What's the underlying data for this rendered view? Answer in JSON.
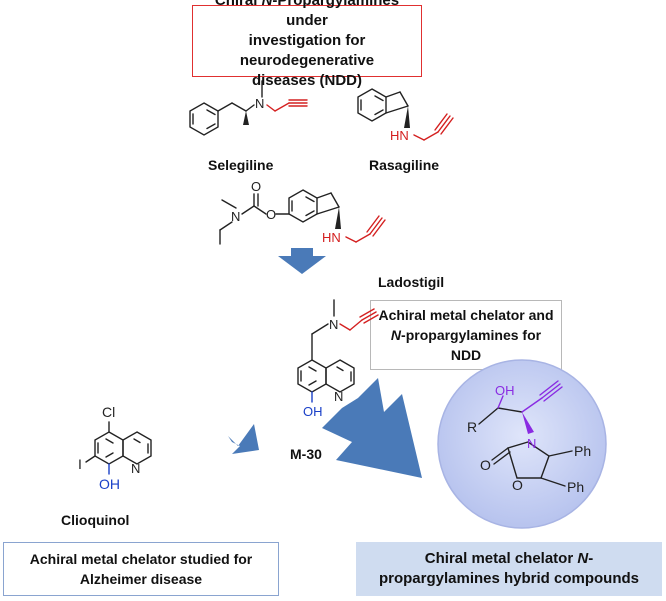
{
  "top_box": {
    "line1_pre": "Chiral ",
    "line1_italic": "N",
    "line1_post": "-Propargylamines under",
    "line2": "investigation for neurodegenerative",
    "line3": "diseases (NDD)"
  },
  "compounds": {
    "selegiline": "Selegiline",
    "rasagiline": "Rasagiline",
    "ladostigil": "Ladostigil",
    "m30": "M-30",
    "clioquinol": "Clioquinol"
  },
  "atoms": {
    "N": "N",
    "HN": "HN",
    "O": "O",
    "OH": "OH",
    "Cl": "Cl",
    "I": "I",
    "R": "R",
    "Ph": "Ph"
  },
  "mid_box": {
    "line1": "Achiral metal chelator and",
    "line2_italic": "N",
    "line2_post": "-propargylamines for",
    "line3": "NDD"
  },
  "bottom_left_box": {
    "line1": "Achiral metal chelator studied for",
    "line2": "Alzheimer disease"
  },
  "bottom_right_box": {
    "line1_pre": "Chiral metal chelator ",
    "line1_italic": "N",
    "line1_post": "-",
    "line2": "propargylamines hybrid compounds"
  },
  "colors": {
    "arrow_blue": "#4a7ab8",
    "red_border": "#e03030",
    "amine_red": "#d42020",
    "hydroxyl_blue": "#1a40c8",
    "hybrid_violet": "#8a2be2",
    "circle_fill": "#c9d3f3",
    "box_fill": "#cfdcf0"
  }
}
